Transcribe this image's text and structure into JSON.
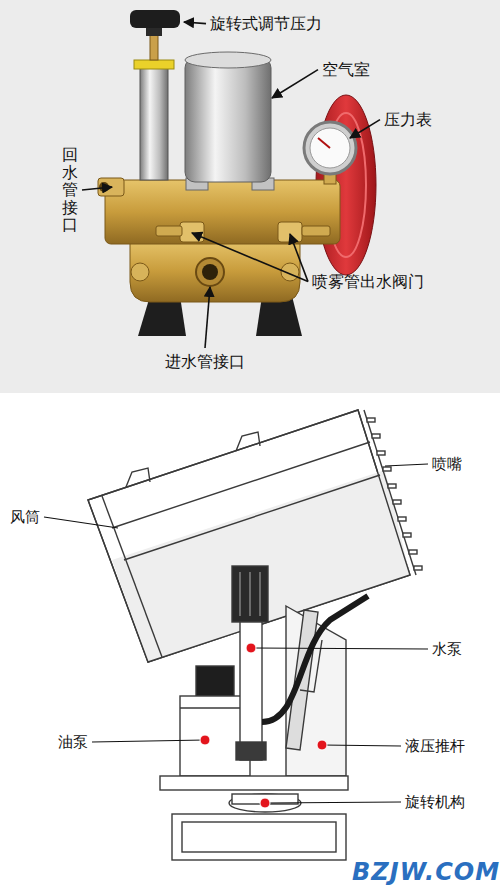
{
  "diagram": {
    "labels": [
      "旋转式调节压力",
      "空气室",
      "压力表",
      "回水管接口",
      "喷雾管出水阀门",
      "进水管接口",
      "喷嘴",
      "风筒",
      "水泵",
      "油泵",
      "液压推杆",
      "旋转机构",
      "BZJW.COM"
    ]
  }
}
